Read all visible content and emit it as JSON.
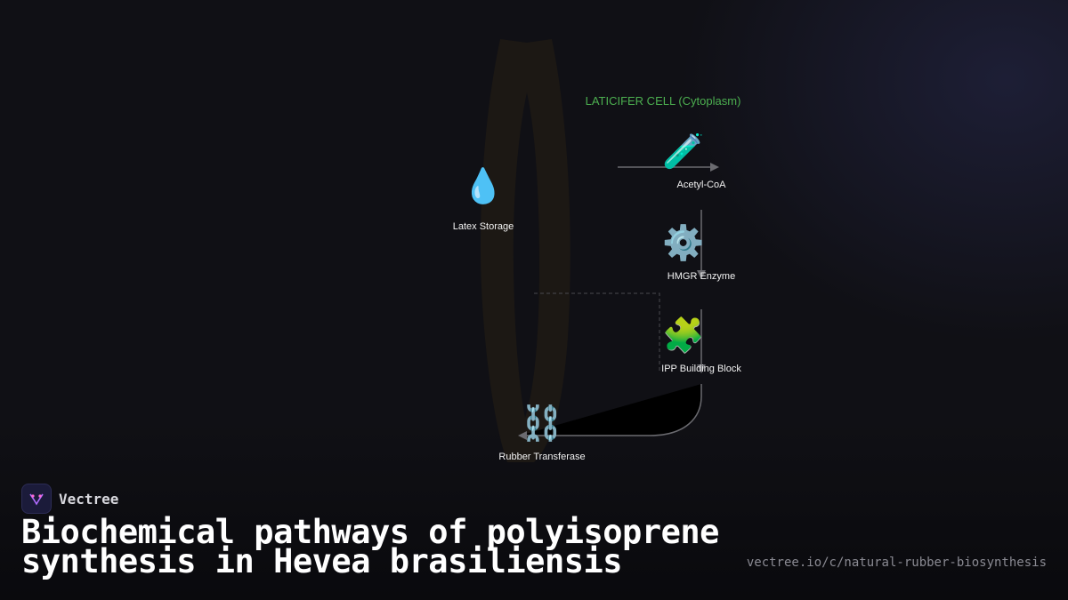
{
  "brand": {
    "name": "Vectree"
  },
  "title": {
    "line1": "Biochemical pathways of polyisoprene",
    "line2": "synthesis in Hevea brasiliensis"
  },
  "url": "vectree.io/c/natural-rubber-biosynthesis",
  "diagram": {
    "cell_label": "LATICIFER CELL (Cytoplasm)",
    "nodes": {
      "acetyl_coa": {
        "label": "Acetyl-CoA",
        "icon": "test-tube-icon",
        "glyph": "🧪"
      },
      "hmgr": {
        "label": "HMGR Enzyme",
        "icon": "gear-icon",
        "glyph": "⚙️"
      },
      "ipp": {
        "label": "IPP Building Block",
        "icon": "puzzle-piece-icon",
        "glyph": "🧩"
      },
      "rubber_transferase": {
        "label": "Rubber Transferase",
        "icon": "chain-link-icon",
        "glyph": "⛓️"
      },
      "latex_storage": {
        "label": "Latex Storage",
        "icon": "droplet-icon",
        "glyph": "💧"
      }
    },
    "colors": {
      "cell_label": "#4caf50",
      "arrow": "#6b6b70",
      "vessel": "#1c1814"
    }
  }
}
